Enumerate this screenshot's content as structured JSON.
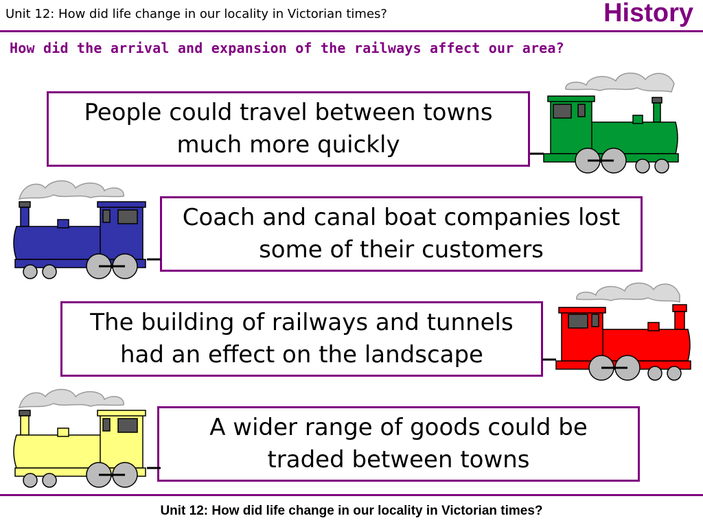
{
  "header": {
    "unit_title": "Unit 12: How did life change in our locality in Victorian times?",
    "subject": "History"
  },
  "question": "How did the arrival and expansion of the railways affect our area?",
  "cards": [
    {
      "line1": "People could travel between towns",
      "line2": "much more quickly",
      "train_color": "#009933"
    },
    {
      "line1": "Coach and canal boat companies lost",
      "line2": "some of their customers",
      "train_color": "#3333aa"
    },
    {
      "line1": "The building of railways and tunnels",
      "line2": "had an effect on the landscape",
      "train_color": "#ff0000"
    },
    {
      "line1": "A wider range of goods could be",
      "line2": "traded between towns",
      "train_color": "#ffff80"
    }
  ],
  "footer": "Unit 12: How did life change in our locality in Victorian times?",
  "colors": {
    "accent": "#800080",
    "smoke": "#d9d9d9",
    "wheel": "#bbbbbb"
  },
  "icons": [
    "steam-locomotive-icon",
    "smoke-cloud-icon"
  ]
}
